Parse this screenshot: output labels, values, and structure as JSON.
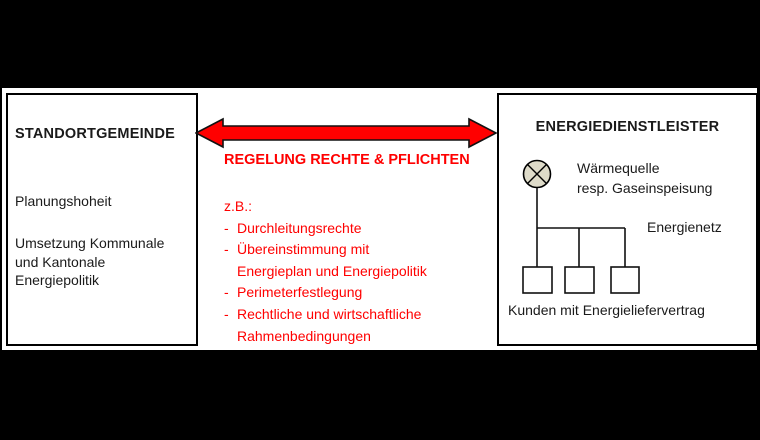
{
  "left_box": {
    "title": "STANDORTGEMEINDE",
    "paragraph1": "Planungshoheit",
    "paragraph2_line1": "Umsetzung Kommunale",
    "paragraph2_line2": "und Kantonale",
    "paragraph2_line3": "Energiepolitik"
  },
  "middle": {
    "title": "REGELUNG RECHTE & PFLICHTEN",
    "intro": "z.B.:",
    "items": [
      {
        "dash": "-",
        "text": "Durchleitungsrechte"
      },
      {
        "dash": "-",
        "text": "Übereinstimmung mit"
      },
      {
        "dash": "",
        "text": "Energieplan und Energiepolitik"
      },
      {
        "dash": "-",
        "text": "Perimeterfestlegung"
      },
      {
        "dash": "-",
        "text": "Rechtliche und wirtschaftliche"
      },
      {
        "dash": "",
        "text": "Rahmenbedingungen"
      }
    ],
    "arrow": "double-headed-red-arrow"
  },
  "right_box": {
    "title": "ENERGIEDIENSTLEISTER",
    "source_label_line1": "Wärmequelle",
    "source_label_line2": "resp. Gaseinspeisung",
    "network_label": "Energienetz",
    "customers_label": "Kunden mit Energieliefervertrag",
    "source_symbol": "circle-with-x-heat-source-icon",
    "customer_count": 3
  },
  "colors": {
    "accent_red": "#FF0000",
    "source_fill": "#DEDBC9",
    "frame_black": "#000000",
    "line_black": "#111111"
  }
}
